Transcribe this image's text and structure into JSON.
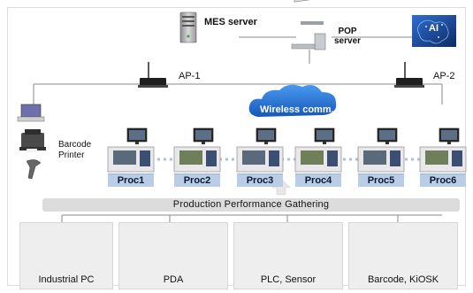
{
  "servers": {
    "mes_label": "MES server",
    "pop_label": "POP\nserver",
    "ai_label": "AI"
  },
  "network": {
    "ap1_label": "AP-1",
    "ap2_label": "AP-2",
    "wireless_label": "Wireless comm."
  },
  "printer": {
    "label": "Barcode\nPrinter"
  },
  "processes": [
    {
      "label": "Proc1"
    },
    {
      "label": "Proc2"
    },
    {
      "label": "Proc3"
    },
    {
      "label": "Proc4"
    },
    {
      "label": "Proc5"
    },
    {
      "label": "Proc6"
    }
  ],
  "gathering_label": "Production Performance Gathering",
  "devices": [
    {
      "label": "Industrial  PC",
      "icon": "industrial-pc-icon"
    },
    {
      "label": "PDA",
      "icon": "pda-icon"
    },
    {
      "label": "PLC, Sensor",
      "icon": "plc-sensor-icon"
    },
    {
      "label": "Barcode,  KiOSK",
      "icon": "barcode-kiosk-icon"
    }
  ],
  "colors": {
    "cloud": "#1f6fd1",
    "proc_label_bg": "#b9cde6",
    "band": "#dcdcdc",
    "panel": "#eeeeee",
    "ai_bg": "#1c3f8a"
  }
}
